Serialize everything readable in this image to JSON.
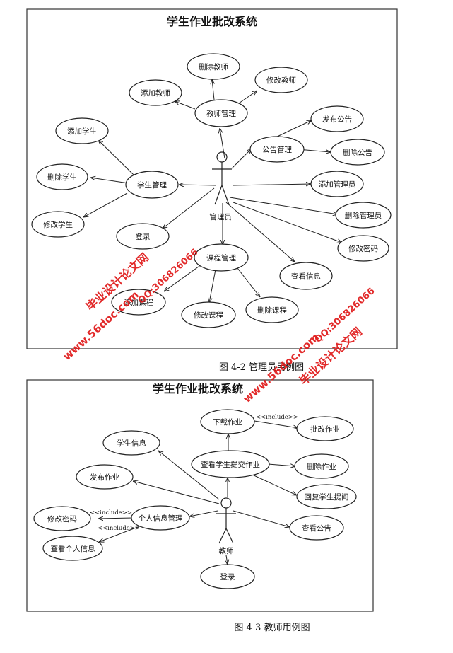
{
  "diagram1": {
    "title": "学生作业批改系统",
    "actor": "管理员",
    "caption": "图 4-2 管理员用例图",
    "use_cases": {
      "delete_teacher": "删除教师",
      "add_teacher": "添加教师",
      "modify_teacher": "修改教师",
      "teacher_mgmt": "教师管理",
      "publish_notice": "发布公告",
      "notice_mgmt": "公告管理",
      "delete_notice": "删除公告",
      "add_student": "添加学生",
      "delete_student": "删除学生",
      "student_mgmt": "学生管理",
      "add_admin": "添加管理员",
      "delete_admin": "删除管理员",
      "modify_student": "修改学生",
      "login": "登录",
      "modify_password": "修改密码",
      "course_mgmt": "课程管理",
      "view_info": "查看信息",
      "add_course": "添加课程",
      "modify_course": "修改课程",
      "delete_course": "删除课程"
    }
  },
  "diagram2": {
    "title": "学生作业批改系统",
    "actor": "教师",
    "caption": "图 4-3 教师用例图",
    "include_label": "<<include>>",
    "use_cases": {
      "download_hw": "下载作业",
      "grade_hw": "批改作业",
      "student_info": "学生信息",
      "view_submitted": "查看学生提交作业",
      "delete_hw": "删除作业",
      "publish_hw": "发布作业",
      "reply_question": "回复学生提问",
      "modify_password": "修改密码",
      "personal_info_mgmt": "个人信息管理",
      "view_notice": "查看公告",
      "view_personal_info": "查看个人信息",
      "login": "登录"
    }
  },
  "watermark": {
    "site": "www.56doc.com",
    "name": "毕业设计论文网",
    "qq": "QQ:306826066"
  }
}
